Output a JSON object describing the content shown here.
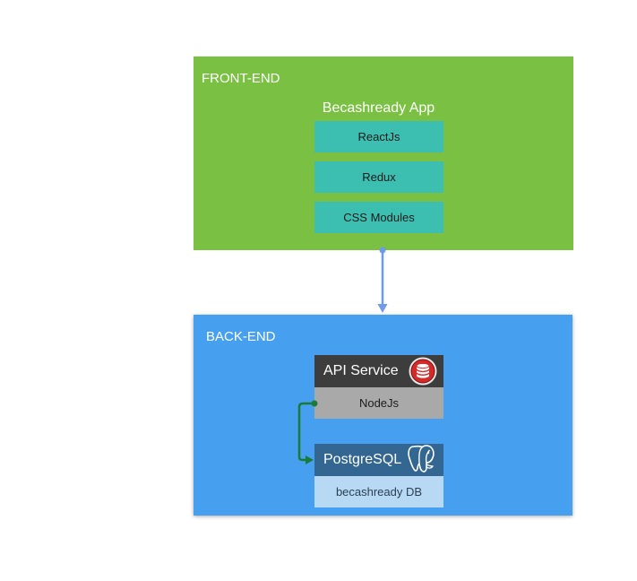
{
  "frontend": {
    "title": "FRONT-END",
    "app_title": "Becashready App",
    "tech": [
      "ReactJs",
      "Redux",
      "CSS Modules"
    ],
    "color": "#7ac143"
  },
  "backend": {
    "title": "BACK-END",
    "color": "#46a0ef",
    "api": {
      "title": "API Service",
      "body": "NodeJs",
      "icon": "redis-database-icon"
    },
    "db": {
      "title": "PostgreSQL",
      "body": "becashready DB",
      "icon": "postgresql-elephant-icon"
    }
  },
  "connectors": {
    "frontend_to_backend_color": "#6f9ae8",
    "api_to_db_color": "#1a7a3a"
  }
}
